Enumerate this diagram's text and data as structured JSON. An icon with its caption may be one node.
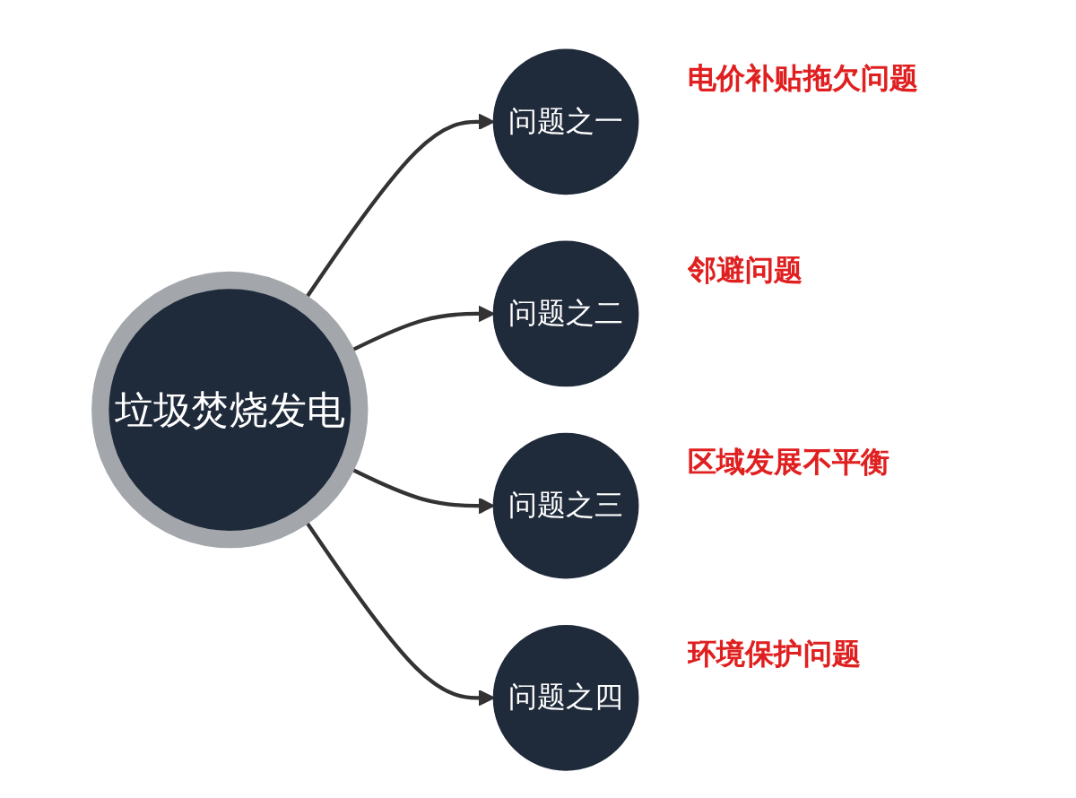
{
  "diagram": {
    "nodes": [
      {
        "text": [
          "垃圾焚烧发电"
        ]
      },
      {
        "text": [
          "问题之一"
        ],
        "beside": [
          "电价补贴拖欠问题"
        ]
      },
      {
        "text": [
          "问题之二"
        ],
        "beside": [
          "邻避问题"
        ]
      },
      {
        "text": [
          "问题之三"
        ],
        "beside": [
          "区域发展不平衡"
        ]
      },
      {
        "text": [
          "问题之四"
        ],
        "beside": [
          "环境保护问题"
        ]
      }
    ],
    "edges": [
      {
        "from": 0,
        "to": 1,
        "arrow": "to"
      },
      {
        "from": 0,
        "to": 2,
        "arrow": "to"
      },
      {
        "from": 0,
        "to": 3,
        "arrow": "to"
      },
      {
        "from": 0,
        "to": 4,
        "arrow": "to"
      }
    ]
  }
}
